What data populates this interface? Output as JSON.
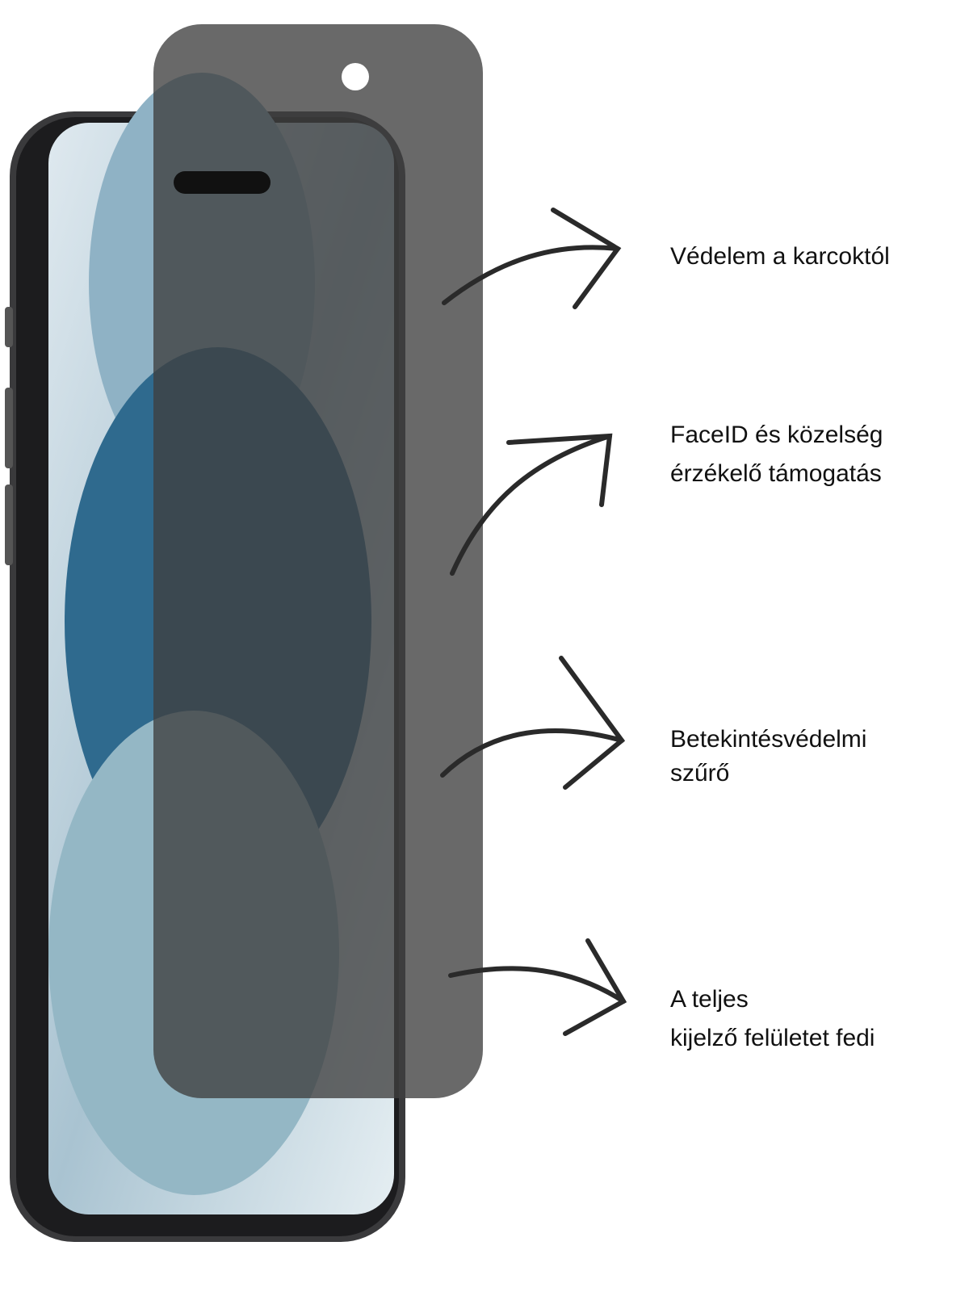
{
  "features": [
    {
      "lines": [
        "Védelem a karcoktól"
      ]
    },
    {
      "lines": [
        "FaceID és közelség",
        "érzékelő támogatás"
      ]
    },
    {
      "lines": [
        "Betekintésvédelmi",
        "szűrő"
      ]
    },
    {
      "lines": [
        "A teljes",
        "kijelző felületet fedi"
      ]
    }
  ],
  "colors": {
    "glass": "#4a4a4a",
    "phone_frame": "#2b2b2d",
    "wallpaper": "#5f90aa",
    "text": "#111111"
  }
}
